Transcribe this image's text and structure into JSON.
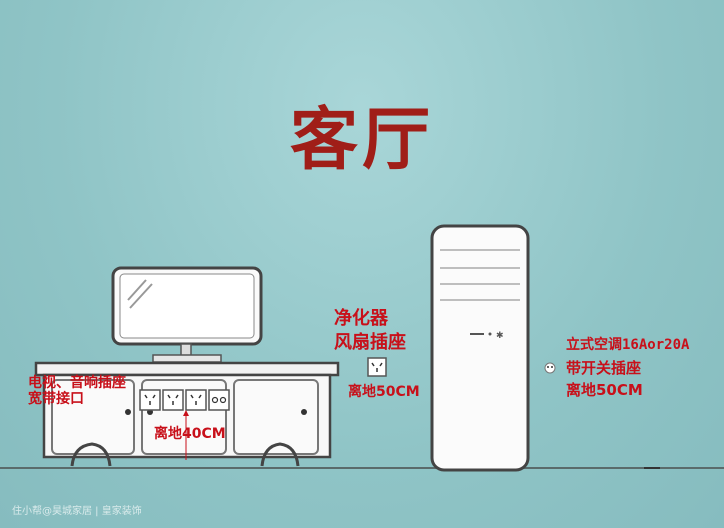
{
  "title": "客厅",
  "labels": {
    "tv_audio_line1": "电视、音响插座",
    "tv_audio_line2": "宽带接口",
    "tv_height": "离地40CM",
    "purifier_line1": "净化器",
    "purifier_line2": "风扇插座",
    "purifier_height": "离地50CM",
    "ac_line1": "立式空调16Aor20A",
    "ac_line2": "带开关插座",
    "ac_height": "离地50CM"
  },
  "watermark": "住小帮@昊城家居 | 皇家装饰",
  "colors": {
    "background": "#8fc4c6",
    "title": "#a01e18",
    "label_red": "#c8101a",
    "outline": "#555555"
  }
}
